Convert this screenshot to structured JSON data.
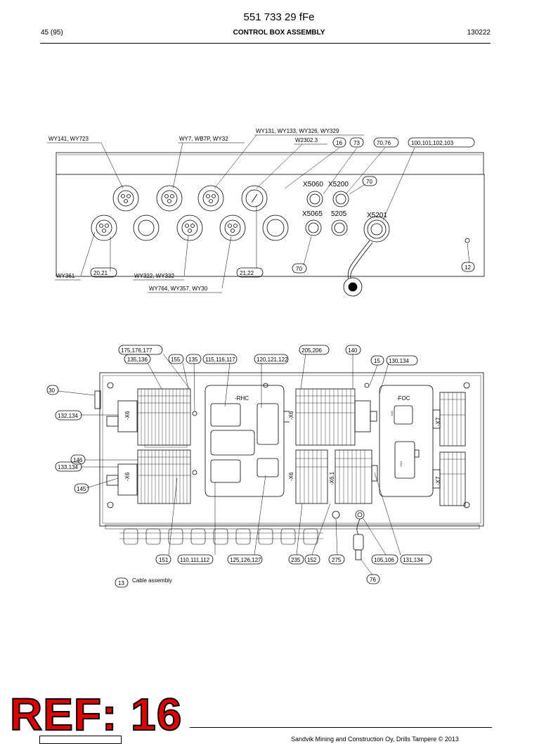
{
  "header": {
    "doc_number": "551 733 29 fFe",
    "page": "45 (95)",
    "title": "CONTROL BOX ASSEMBLY",
    "date": "130222"
  },
  "top_view": {
    "callouts": {
      "c1": "WY141, WY723",
      "c2": "WY7, WB7P, WY32",
      "c3": "WY131, WY133, WY326, WY329",
      "c4": "W2302.3",
      "c5": "16",
      "c6": "73",
      "c7": "70,76",
      "c8": "100,101,102,103",
      "c9": "70",
      "c10": "WY361",
      "c11": "20,21",
      "c12": "WY322, WY332",
      "c13": "WY764, WY357, WY30",
      "c14": "21,22",
      "c15": "70",
      "c16": "12"
    },
    "connectors": {
      "x5060": "X5060",
      "x5200": "X5200",
      "x5065": "X5065",
      "c5205": "5205",
      "x5201": "X5201"
    }
  },
  "bottom_view": {
    "callouts": {
      "b1": "175,176,177",
      "b2": "135,136",
      "b3": "155",
      "b4": "135",
      "b5": "115,116,117",
      "b6": "120,121,122",
      "b7": "205,206",
      "b8": "140",
      "b9": "15",
      "b10": "130,134",
      "b11": "30",
      "b12": "132,134",
      "b13": "146",
      "b14": "133,134",
      "b15": "145",
      "b16": "151",
      "b17": "110,111,112",
      "b18": "125,126,127",
      "b19": "235",
      "b20": "152",
      "b21": "275",
      "b22": "105,106",
      "b23": "131,134",
      "b24": "76"
    },
    "modules": {
      "rhc": "-RHC",
      "foc": "-FOC",
      "x6_a": "-X6",
      "x6_b": "-X6",
      "x6_c": "-X6",
      "x6_d": "-X6",
      "x61": "-X6.1",
      "x7_a": "-X7",
      "x7_b": "-X7",
      "xm1": "XM1",
      "xm2": "XM2"
    }
  },
  "legend": {
    "number": "13",
    "label": "Cable assembly"
  },
  "stamp": "REF: 16",
  "footer": {
    "text": "Sandvik Mining and Construction Oy, Drills Tampere © 2013"
  }
}
